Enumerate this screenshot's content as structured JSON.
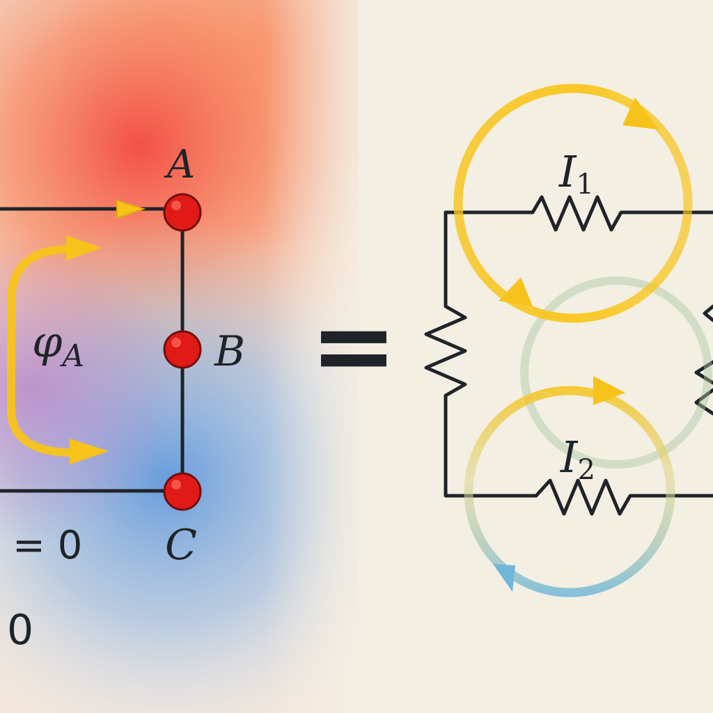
{
  "left_panel": {
    "nodes": [
      {
        "id": "node-a",
        "label": "A"
      },
      {
        "id": "node-b",
        "label": "B"
      },
      {
        "id": "node-c",
        "label": "C"
      }
    ],
    "potential_symbol": "φ",
    "potential_subscript": "A",
    "equation_fragment": "= 0",
    "zero_fragment": "0"
  },
  "equals_sign": "=",
  "right_panel": {
    "loop_currents": [
      {
        "symbol": "I",
        "subscript": "1"
      },
      {
        "symbol": "I",
        "subscript": "2"
      }
    ]
  },
  "colors": {
    "background": "#f4efe3",
    "warm_gradient": "#f35a4a",
    "cool_gradient": "#5b9bdc",
    "node_fill": "#e01a17",
    "arrow_yellow": "#f7c31a",
    "arrow_blue": "#6fb6da",
    "wire": "#1f2429"
  }
}
